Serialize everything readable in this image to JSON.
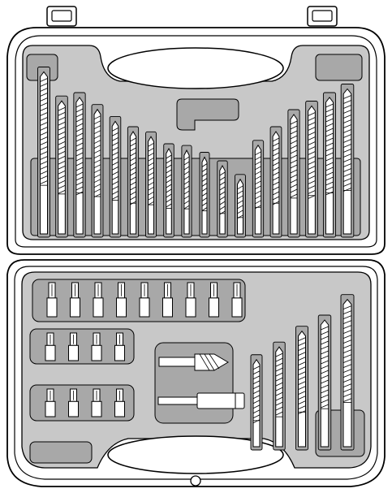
{
  "colors": {
    "outline": "#000000",
    "case_fill": "#ffffff",
    "tray": "#c8c8c8",
    "pocket": "#a8a8a8",
    "bit": "#ffffff"
  },
  "drill_bits_top": [
    {
      "height": 0.95
    },
    {
      "height": 0.78
    },
    {
      "height": 0.8
    },
    {
      "height": 0.73
    },
    {
      "height": 0.66
    },
    {
      "height": 0.6
    },
    {
      "height": 0.57
    },
    {
      "height": 0.5
    },
    {
      "height": 0.49
    },
    {
      "height": 0.45
    },
    {
      "height": 0.4
    },
    {
      "height": 0.32
    },
    {
      "height": 0.52
    },
    {
      "height": 0.6
    },
    {
      "height": 0.7
    },
    {
      "height": 0.75
    },
    {
      "height": 0.8
    },
    {
      "height": 0.85
    }
  ],
  "screwdriver_bits": {
    "row_main": 9,
    "row_a": 4,
    "row_b": 4
  },
  "drill_bits_bottom": [
    {
      "height": 0.55
    },
    {
      "height": 0.63
    },
    {
      "height": 0.73
    },
    {
      "height": 0.8
    },
    {
      "height": 0.93
    }
  ]
}
